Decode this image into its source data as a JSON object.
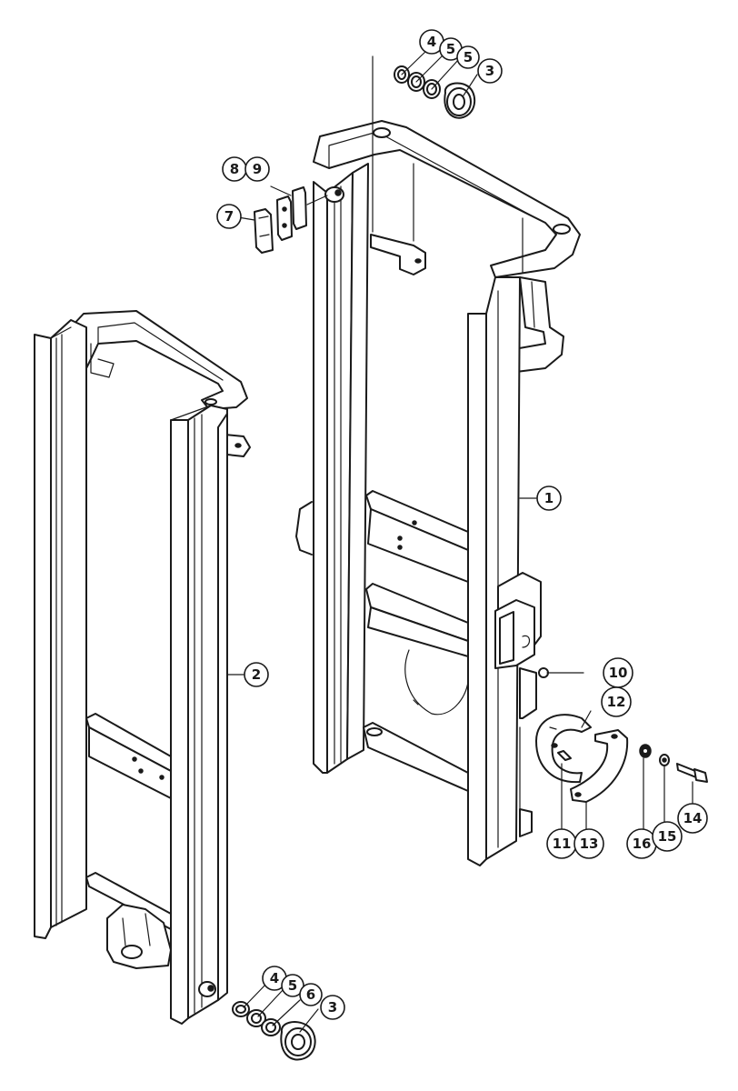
{
  "callouts": {
    "c1": "1",
    "c2": "2",
    "c3_top": "3",
    "c4_top": "4",
    "c5_top_a": "5",
    "c5_top_b": "5",
    "c7": "7",
    "c8": "8",
    "c9": "9",
    "c10": "10",
    "c11": "11",
    "c12": "12",
    "c13": "13",
    "c14": "14",
    "c15": "15",
    "c16": "16",
    "c3_bottom": "3",
    "c4_bottom": "4",
    "c5_bottom": "5",
    "c6_bottom": "6"
  },
  "colors": {
    "ink": "#1a1a1a",
    "paper": "#ffffff"
  }
}
